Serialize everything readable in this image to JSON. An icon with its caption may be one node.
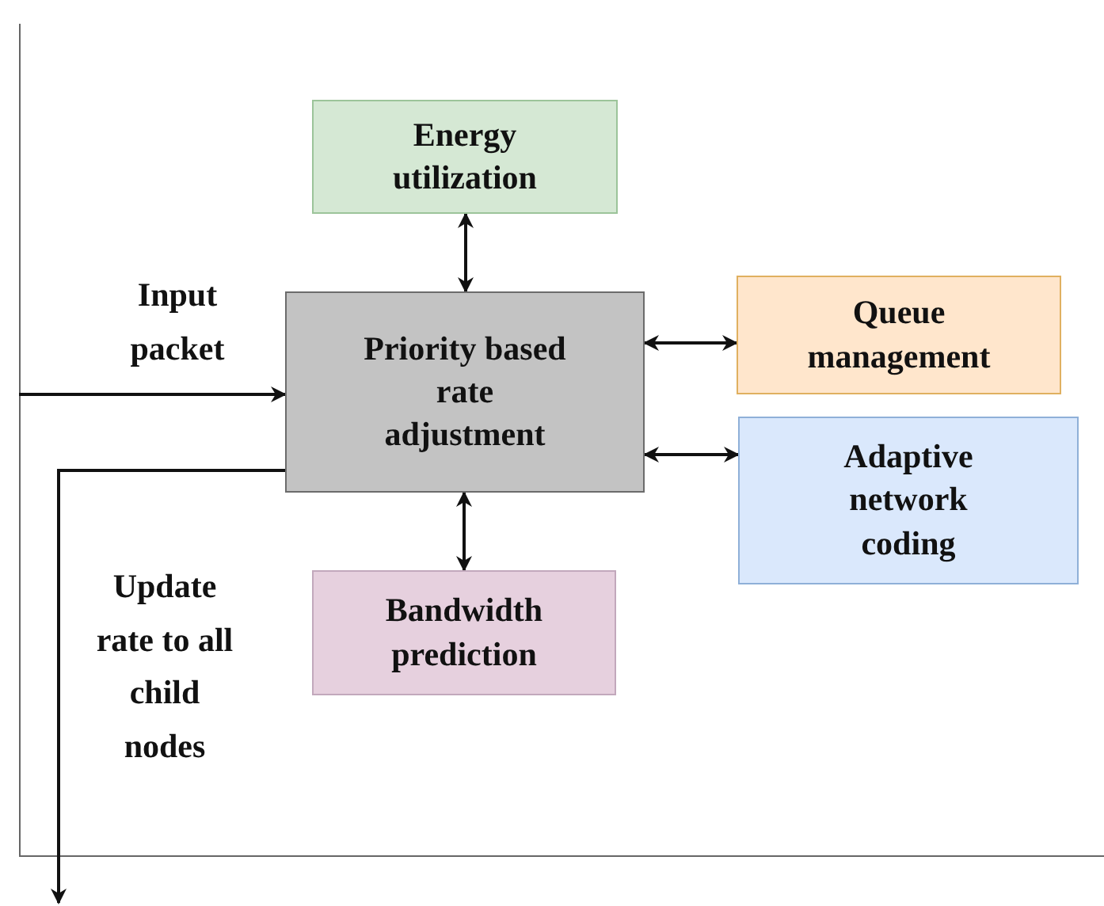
{
  "diagram": {
    "nodes": [
      {
        "text": [
          "Energy utilization"
        ]
      },
      {
        "text": [
          "Priority based rate adjustment"
        ]
      },
      {
        "text": [
          "Queue management"
        ]
      },
      {
        "text": [
          "Adaptive network coding"
        ]
      },
      {
        "text": [
          "Bandwidth prediction"
        ]
      }
    ],
    "edges": [
      {
        "from": null,
        "to": 1,
        "arrow": "to",
        "label": "Input packet"
      },
      {
        "from": 1,
        "to": null,
        "arrow": "to",
        "label": "Update rate to all child nodes"
      },
      {
        "from": 1,
        "to": 0,
        "arrow": "both"
      },
      {
        "from": 1,
        "to": 2,
        "arrow": "both"
      },
      {
        "from": 1,
        "to": 3,
        "arrow": "both"
      },
      {
        "from": 1,
        "to": 4,
        "arrow": "both"
      }
    ]
  }
}
